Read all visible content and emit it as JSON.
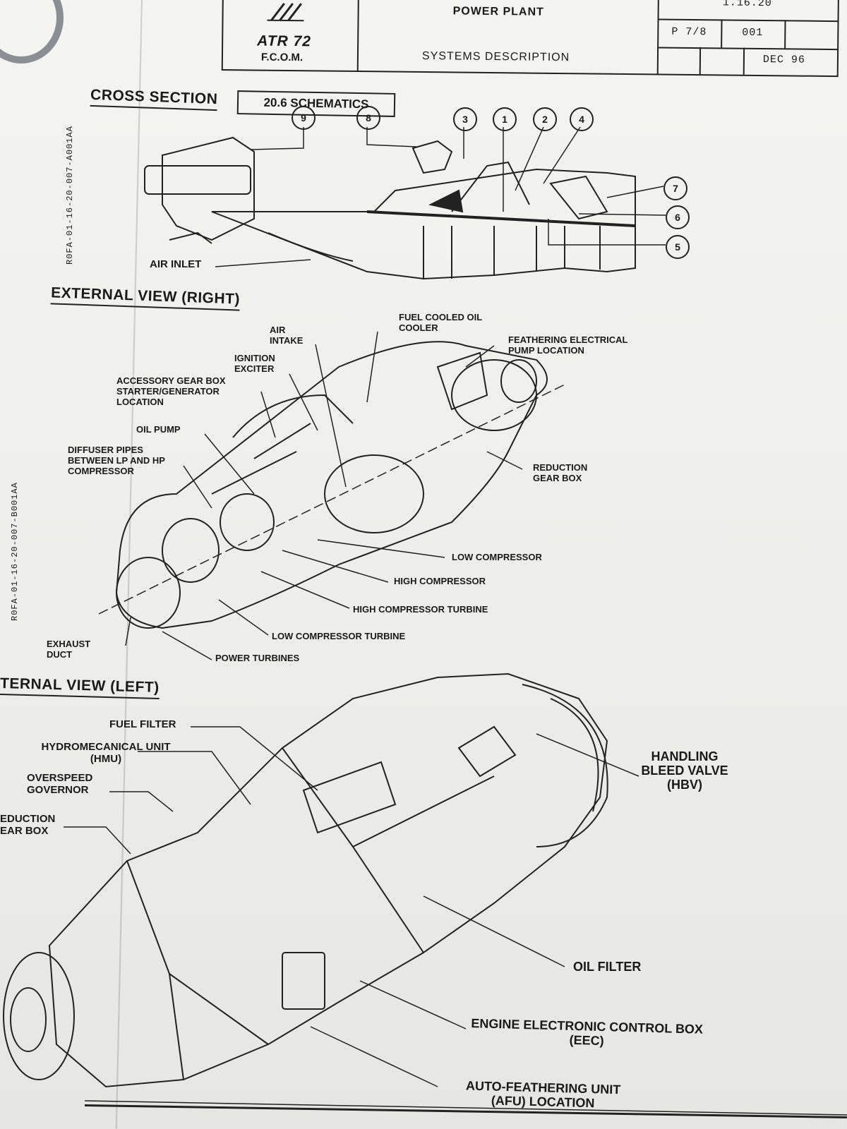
{
  "header": {
    "logo_name": "ATR 72",
    "logo_sub": "F.C.O.M.",
    "section_title": "POWER PLANT",
    "subtitle": "SYSTEMS DESCRIPTION",
    "ref_code": "1.16.20",
    "page": "P 7/8",
    "rev": "001",
    "date": "DEC 96"
  },
  "side_refs": {
    "cross_section": "R0FA-01-16-20-007-A001AA",
    "external": "R0FA-01-16-20-007-B001AA"
  },
  "cross_section": {
    "heading": "CROSS SECTION",
    "schematic_box": "20.6 SCHEMATICS",
    "air_inlet": "AIR INLET",
    "callouts": [
      "9",
      "8",
      "3",
      "1",
      "2",
      "4",
      "7",
      "6",
      "5"
    ]
  },
  "right_view": {
    "heading": "EXTERNAL VIEW (RIGHT)",
    "air_intake": "AIR INTAKE",
    "fuel_cooled_oil_cooler": "FUEL COOLED OIL COOLER",
    "feathering_pump": "FEATHERING ELECTRICAL PUMP LOCATION",
    "ignition_exciter": "IGNITION EXCITER",
    "accessory_gear_box": "ACCESSORY GEAR BOX STARTER/GENERATOR LOCATION",
    "oil_pump": "OIL PUMP",
    "diffuser_pipes": "DIFFUSER PIPES BETWEEN LP AND HP COMPRESSOR",
    "reduction_gear_box": "REDUCTION GEAR BOX",
    "low_compressor": "LOW COMPRESSOR",
    "high_compressor": "HIGH COMPRESSOR",
    "high_compressor_turbine": "HIGH COMPRESSOR TURBINE",
    "low_compressor_turbine": "LOW COMPRESSOR TURBINE",
    "exhaust_duct": "EXHAUST DUCT",
    "power_turbines": "POWER TURBINES"
  },
  "left_view": {
    "heading": "TERNAL VIEW (LEFT)",
    "fuel_filter": "FUEL FILTER",
    "hmu": "HYDROMECANICAL UNIT (HMU)",
    "overspeed_governor": "OVERSPEED GOVERNOR",
    "reduction_gear_box": "EDUCTION EAR BOX",
    "hbv": "HANDLING BLEED VALVE (HBV)",
    "oil_filter": "OIL FILTER",
    "eec": "ENGINE ELECTRONIC CONTROL BOX (EEC)",
    "afu": "AUTO-FEATHERING UNIT (AFU) LOCATION"
  }
}
